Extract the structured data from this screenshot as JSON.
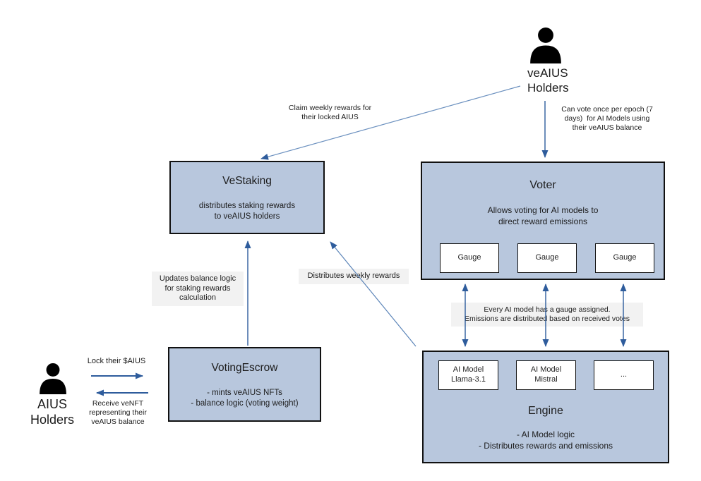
{
  "colors": {
    "node_fill": "#b8c7dd",
    "node_border": "#111111",
    "arrow_blue": "#2e5c9c",
    "thin_line_blue": "#6b90bf",
    "edge_label_bg": "#f2f2f2",
    "text": "#1c1c1c",
    "person_icon": "#000000"
  },
  "actors": {
    "veaius": {
      "name": "veAIUS\nHolders"
    },
    "aius": {
      "name": "AIUS\nHolders"
    }
  },
  "nodes": {
    "vestaking": {
      "title": "VeStaking",
      "body": "distributes staking rewards\nto veAIUS holders"
    },
    "voter": {
      "title": "Voter",
      "body": "Allows voting for AI models to\ndirect reward emissions",
      "gauges": [
        "Gauge",
        "Gauge",
        "Gauge"
      ]
    },
    "votingescrow": {
      "title": "VotingEscrow",
      "body": "- mints veAIUS NFTs\n- balance logic (voting weight)"
    },
    "engine": {
      "title": "Engine",
      "body": "- AI Model logic\n- Distributes rewards and emissions",
      "models": [
        "AI Model\nLlama-3.1",
        "AI Model\nMistral",
        "..."
      ]
    }
  },
  "edge_labels": {
    "claim": "Claim weekly rewards for\ntheir locked AIUS",
    "can_vote": "Can vote once per epoch (7\ndays)  for AI Models using\ntheir veAIUS balance",
    "updates": "Updates balance logic\nfor staking rewards\ncalculation",
    "distributes": "Distributes weekly rewards",
    "every_model": "Every AI model has a gauge assigned.\nEmissions are distributed based on received votes",
    "lock": "Lock their $AIUS",
    "receive": "Receive veNFT\nrepresenting their\nveAIUS balance"
  }
}
